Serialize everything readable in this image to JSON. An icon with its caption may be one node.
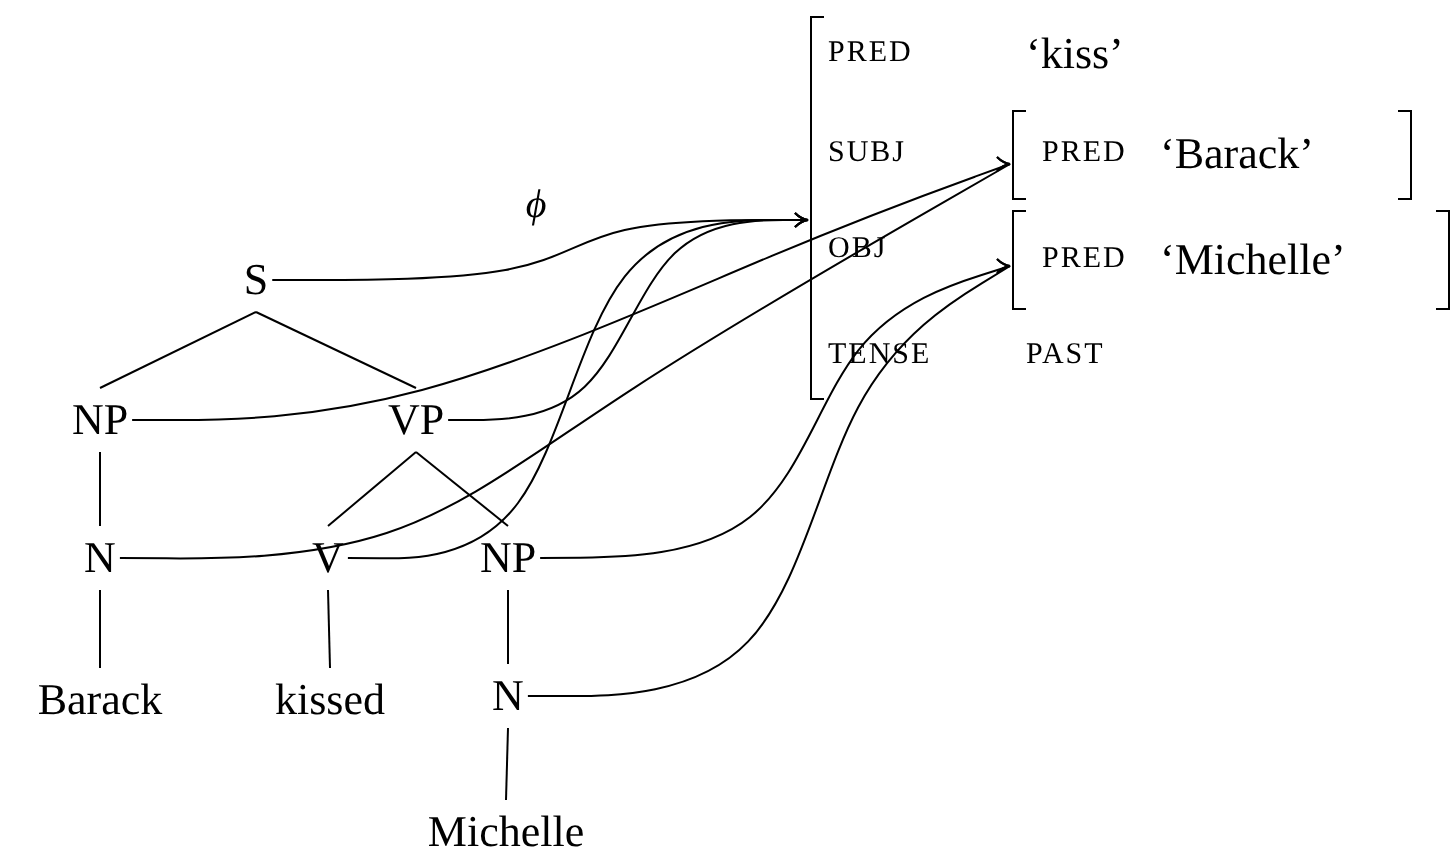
{
  "diagram": {
    "nodes": [
      {
        "text": [
          "S"
        ]
      },
      {
        "text": [
          "NP"
        ]
      },
      {
        "text": [
          "VP"
        ]
      },
      {
        "text": [
          "N"
        ]
      },
      {
        "text": [
          "V"
        ]
      },
      {
        "text": [
          "NP"
        ]
      },
      {
        "text": [
          "Barack"
        ]
      },
      {
        "text": [
          "kissed"
        ]
      },
      {
        "text": [
          "N"
        ]
      },
      {
        "text": [
          "Michelle"
        ]
      },
      {
        "text": [
          "PRED",
          "‘kiss’",
          "SUBJ",
          "OBJ",
          "TENSE",
          "PAST"
        ]
      },
      {
        "text": [
          "PRED",
          "‘Barack’"
        ],
        "in": 10
      },
      {
        "text": [
          "PRED",
          "‘Michelle’"
        ],
        "in": 10
      }
    ],
    "edges": [
      {
        "from": 0,
        "to": 10,
        "arrow": "to",
        "label": "ϕ"
      },
      {
        "from": 1,
        "to": 11,
        "arrow": "to"
      },
      {
        "from": 2,
        "to": 10,
        "arrow": "to"
      },
      {
        "from": 3,
        "to": 11,
        "arrow": "to"
      },
      {
        "from": 4,
        "to": 10,
        "arrow": "to"
      },
      {
        "from": 5,
        "to": 12,
        "arrow": "to"
      },
      {
        "from": 8,
        "to": 12,
        "arrow": "to"
      },
      {
        "from": 0,
        "to": 1,
        "arrow": "none"
      },
      {
        "from": 0,
        "to": 2,
        "arrow": "none"
      },
      {
        "from": 1,
        "to": 3,
        "arrow": "none"
      },
      {
        "from": 2,
        "to": 4,
        "arrow": "none"
      },
      {
        "from": 2,
        "to": 5,
        "arrow": "none"
      },
      {
        "from": 3,
        "to": 6,
        "arrow": "none"
      },
      {
        "from": 4,
        "to": 7,
        "arrow": "none"
      },
      {
        "from": 5,
        "to": 8,
        "arrow": "none"
      },
      {
        "from": 8,
        "to": 9,
        "arrow": "none"
      }
    ]
  }
}
